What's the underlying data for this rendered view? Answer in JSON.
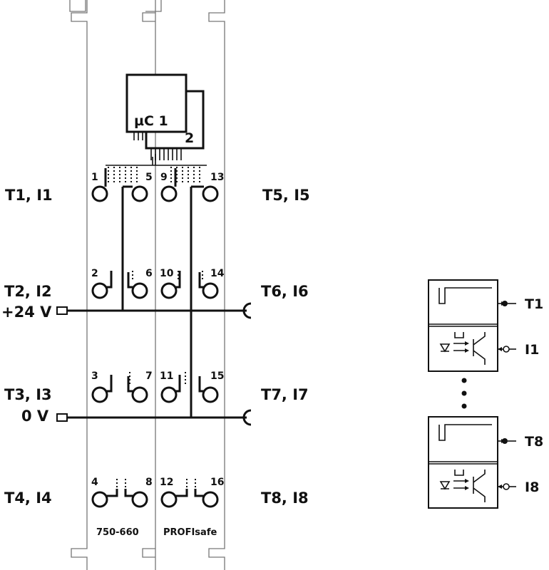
{
  "colors": {
    "ink": "#111111",
    "housing": "#777777",
    "background": "#ffffff"
  },
  "microcontroller": {
    "label1": "µC 1",
    "label2": "2"
  },
  "channel_labels": {
    "t1_i1": "T1, I1",
    "t2_i2": "T2, I2",
    "supply_plus": "+24 V",
    "t3_i3": "T3, I3",
    "supply_zero": "0 V",
    "t4_i4": "T4, I4",
    "t5_i5": "T5, I5",
    "t6_i6": "T6, I6",
    "t7_i7": "T7, I7",
    "t8_i8": "T8, I8"
  },
  "pins": [
    "1",
    "5",
    "9",
    "13",
    "2",
    "6",
    "10",
    "14",
    "3",
    "7",
    "11",
    "15",
    "4",
    "8",
    "12",
    "16"
  ],
  "footer": {
    "part_number": "750-660",
    "profile": "PROFIsafe"
  },
  "symbol_legend": {
    "t_first": "T1",
    "i_first": "I1",
    "t_last": "T8",
    "i_last": "I8"
  }
}
